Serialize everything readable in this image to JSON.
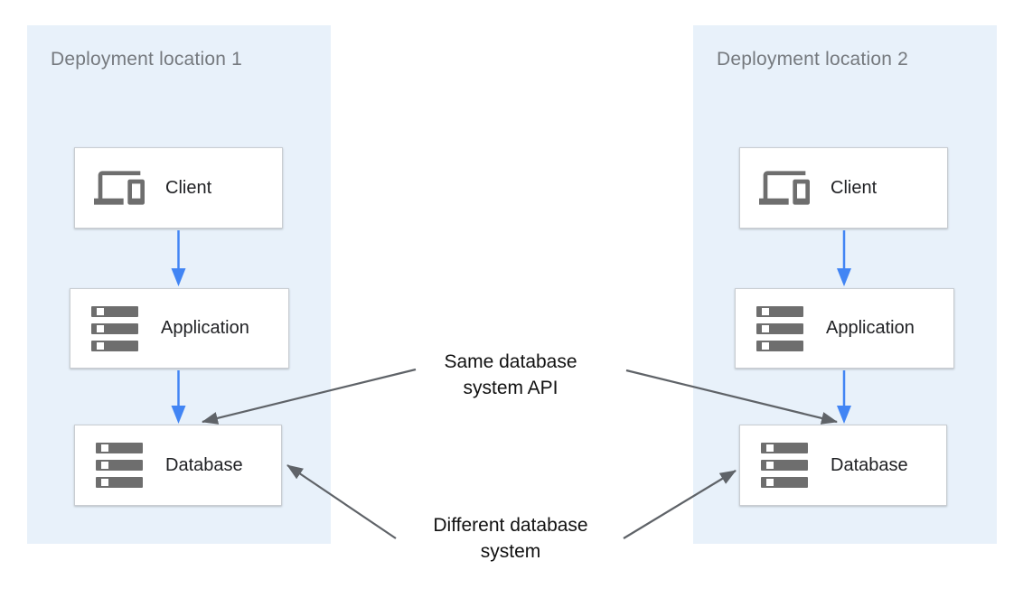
{
  "colors": {
    "panel_bg": "#E8F1FA",
    "node_bg": "#FFFFFF",
    "node_border": "#C9CDD2",
    "icon_gray": "#6E6E6E",
    "title_text": "#75797E",
    "label_text": "#202124",
    "flow_arrow": "#4285F4",
    "annotation_arrow": "#5F6368",
    "annotation_text": "#111111"
  },
  "panels": [
    {
      "title": "Deployment location 1",
      "nodes": [
        {
          "label": "Client",
          "icon": "devices-icon"
        },
        {
          "label": "Application",
          "icon": "storage-icon"
        },
        {
          "label": "Database",
          "icon": "storage-icon"
        }
      ]
    },
    {
      "title": "Deployment location 2",
      "nodes": [
        {
          "label": "Client",
          "icon": "devices-icon"
        },
        {
          "label": "Application",
          "icon": "storage-icon"
        },
        {
          "label": "Database",
          "icon": "storage-icon"
        }
      ]
    }
  ],
  "annotations": [
    {
      "lines": [
        "Same database",
        "system API"
      ]
    },
    {
      "lines": [
        "Different database",
        "system"
      ]
    }
  ]
}
